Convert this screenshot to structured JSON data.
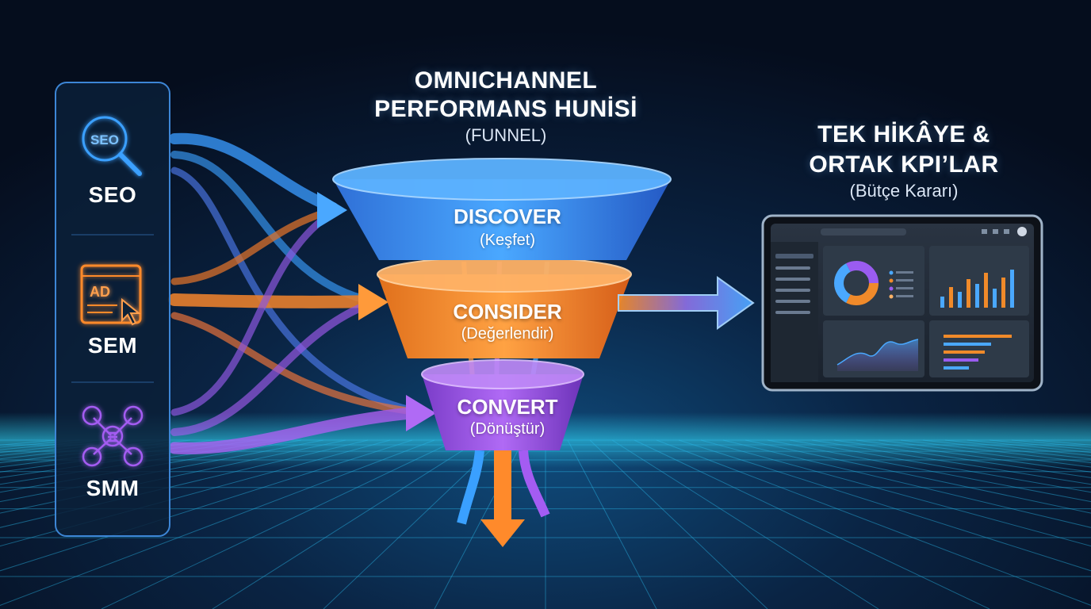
{
  "diagram": {
    "title_line1": "OMNICHANNEL",
    "title_line2": "PERFORMANS HUNİSİ",
    "title_sub": "(FUNNEL)",
    "channels": [
      {
        "label": "SEO",
        "icon": "seo-magnifier-icon",
        "icon_text": "SEO",
        "color": "#3aa0ff"
      },
      {
        "label": "SEM",
        "icon": "ad-browser-icon",
        "icon_text": "AD",
        "color": "#ff8a2b"
      },
      {
        "label": "SMM",
        "icon": "social-network-icon",
        "color": "#a45cf2"
      }
    ],
    "stages": [
      {
        "label": "DISCOVER",
        "sub": "(Keşfet)",
        "color": "#3a8ff0"
      },
      {
        "label": "CONSIDER",
        "sub": "(Değerlendir)",
        "color": "#f08a2a"
      },
      {
        "label": "CONVERT",
        "sub": "(Dönüştür)",
        "color": "#9a4fe0"
      }
    ],
    "right_title_line1": "TEK HİKÂYE &",
    "right_title_line2": "ORTAK KPI’LAR",
    "right_sub": "(Bütçe Kararı)"
  }
}
